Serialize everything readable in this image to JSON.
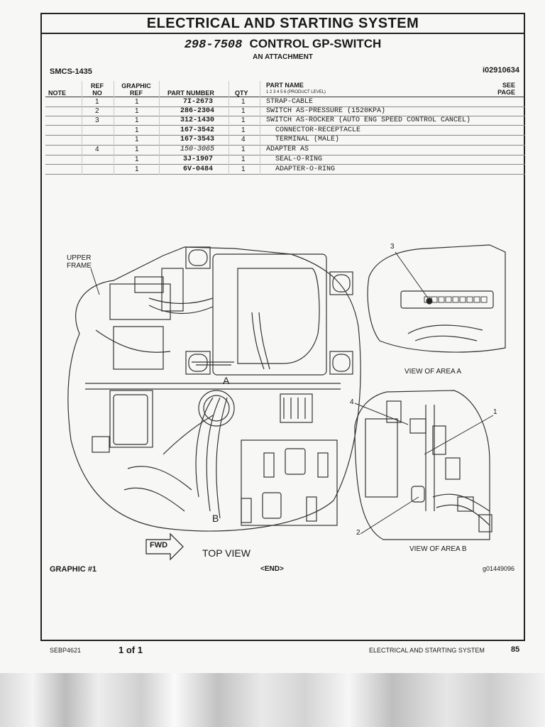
{
  "header": {
    "title": "ELECTRICAL AND STARTING SYSTEM",
    "group_number": "298-7508",
    "group_name": "CONTROL GP-SWITCH",
    "attachment": "AN ATTACHMENT",
    "smcs": "SMCS-1435",
    "illustration_id": "i02910634"
  },
  "table": {
    "col_note": "NOTE",
    "col_ref_1": "REF",
    "col_ref_2": "NO",
    "col_graphic_1": "GRAPHIC",
    "col_graphic_2": "REF",
    "col_part_number": "PART NUMBER",
    "col_qty": "QTY",
    "col_part_name": "PART NAME",
    "col_product_level": "1  2  3  4  5  6  (PRODUCT LEVEL)",
    "col_see_1": "SEE",
    "col_see_2": "PAGE",
    "rows": [
      {
        "ref": "1",
        "graphic": "1",
        "part_number": "7I-2673",
        "qty": "1",
        "name": "STRAP-CABLE"
      },
      {
        "ref": "2",
        "graphic": "1",
        "part_number": "286-2304",
        "qty": "1",
        "name": "SWITCH AS-PRESSURE (1520KPA)"
      },
      {
        "ref": "3",
        "graphic": "1",
        "part_number": "312-1430",
        "qty": "1",
        "name": "SWITCH AS-ROCKER (AUTO ENG SPEED CONTROL CANCEL)"
      },
      {
        "ref": "",
        "graphic": "1",
        "part_number": "167-3542",
        "qty": "1",
        "name": "CONNECTOR-RECEPTACLE"
      },
      {
        "ref": "",
        "graphic": "1",
        "part_number": "167-3543",
        "qty": "4",
        "name": "TERMINAL (MALE)"
      },
      {
        "ref": "4",
        "graphic": "1",
        "part_number": "150-3065",
        "qty": "1",
        "name": "ADAPTER AS"
      },
      {
        "ref": "",
        "graphic": "1",
        "part_number": "3J-1907",
        "qty": "1",
        "name": "SEAL-O-RING"
      },
      {
        "ref": "",
        "graphic": "1",
        "part_number": "6V-0484",
        "qty": "1",
        "name": "ADAPTER-O-RING"
      }
    ]
  },
  "diagram": {
    "upper_frame_1": "UPPER",
    "upper_frame_2": "FRAME",
    "callout_a": "A",
    "callout_b": "B",
    "fwd": "FWD",
    "top_view": "TOP VIEW",
    "view_area_a": "VIEW OF AREA A",
    "view_area_b": "VIEW OF AREA B",
    "callout_1": "1",
    "callout_2": "2",
    "callout_3": "3",
    "callout_4": "4"
  },
  "footer": {
    "graphic": "GRAPHIC #1",
    "end": "<END>",
    "graphic_id": "g01449096",
    "doc_number": "SEBP4621",
    "page_of": "1 of 1",
    "section": "ELECTRICAL AND STARTING SYSTEM",
    "page_number": "85"
  }
}
